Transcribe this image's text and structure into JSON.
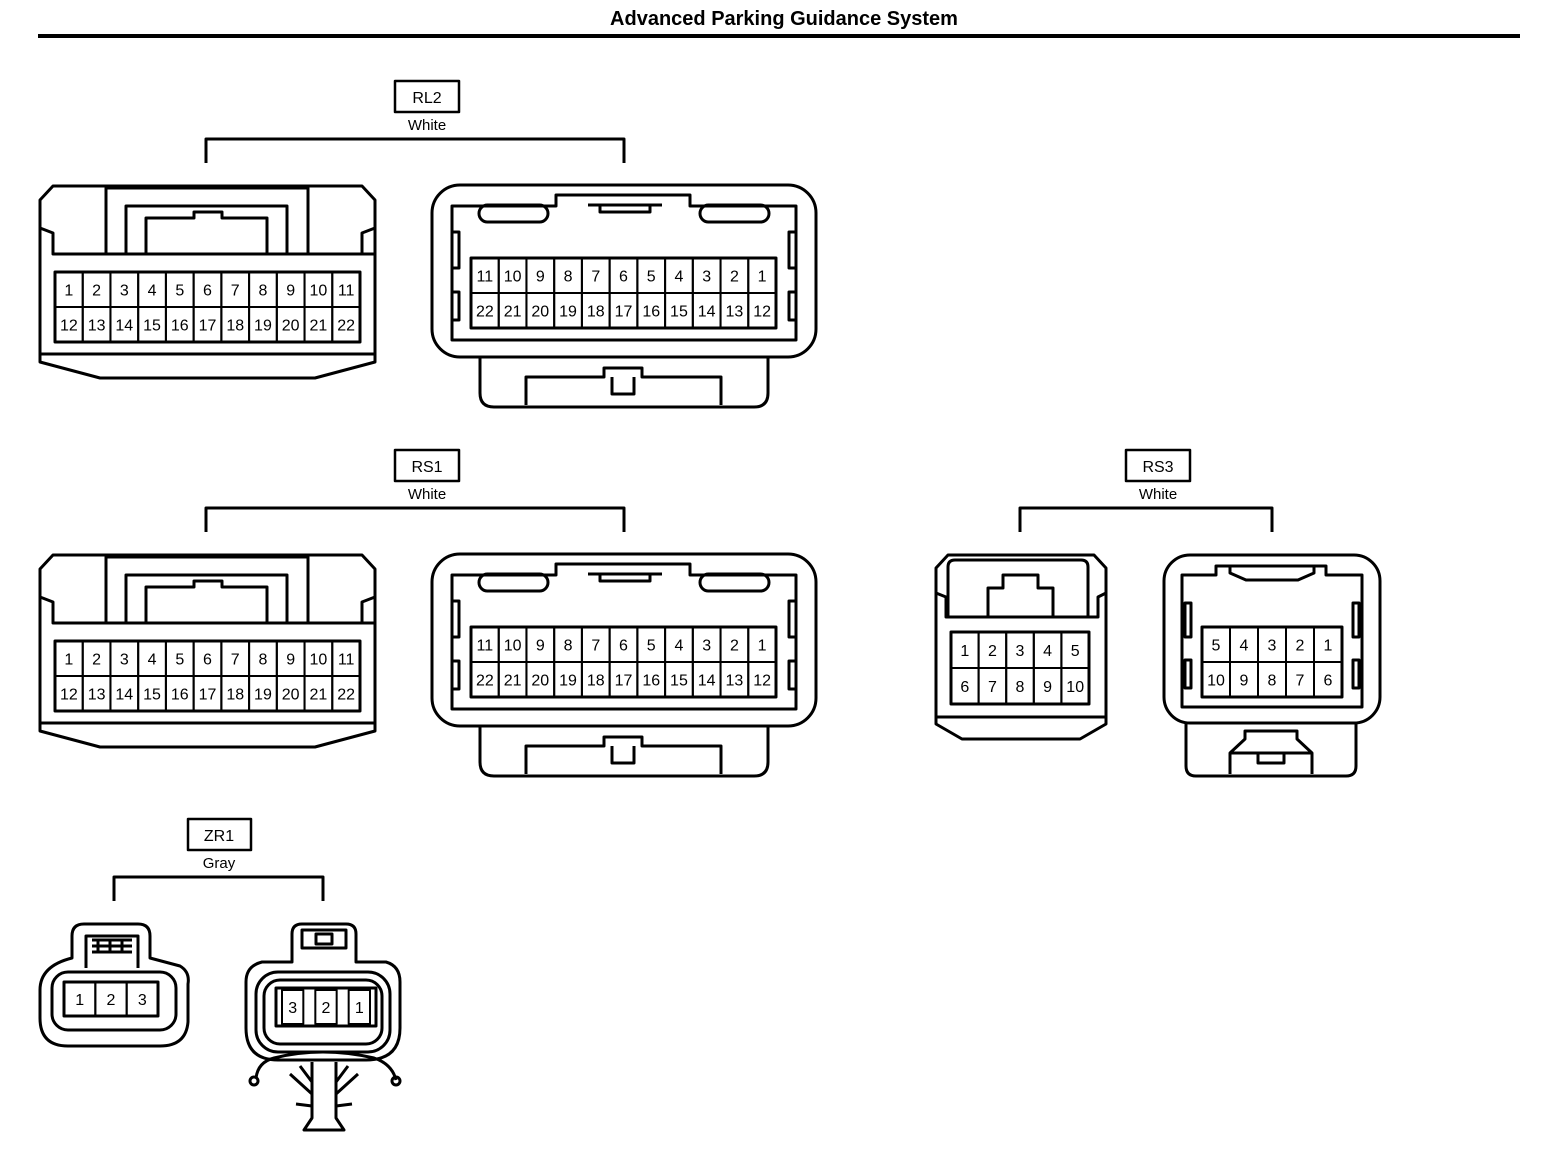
{
  "title": "Advanced Parking Guidance System",
  "connectors": [
    {
      "id": "RL2",
      "color": "White",
      "views": [
        {
          "rows": [
            [
              "1",
              "2",
              "3",
              "4",
              "5",
              "6",
              "7",
              "8",
              "9",
              "10",
              "11"
            ],
            [
              "12",
              "13",
              "14",
              "15",
              "16",
              "17",
              "18",
              "19",
              "20",
              "21",
              "22"
            ]
          ]
        },
        {
          "rows": [
            [
              "11",
              "10",
              "9",
              "8",
              "7",
              "6",
              "5",
              "4",
              "3",
              "2",
              "1"
            ],
            [
              "22",
              "21",
              "20",
              "19",
              "18",
              "17",
              "16",
              "15",
              "14",
              "13",
              "12"
            ]
          ]
        }
      ]
    },
    {
      "id": "RS1",
      "color": "White",
      "views": [
        {
          "rows": [
            [
              "1",
              "2",
              "3",
              "4",
              "5",
              "6",
              "7",
              "8",
              "9",
              "10",
              "11"
            ],
            [
              "12",
              "13",
              "14",
              "15",
              "16",
              "17",
              "18",
              "19",
              "20",
              "21",
              "22"
            ]
          ]
        },
        {
          "rows": [
            [
              "11",
              "10",
              "9",
              "8",
              "7",
              "6",
              "5",
              "4",
              "3",
              "2",
              "1"
            ],
            [
              "22",
              "21",
              "20",
              "19",
              "18",
              "17",
              "16",
              "15",
              "14",
              "13",
              "12"
            ]
          ]
        }
      ]
    },
    {
      "id": "RS3",
      "color": "White",
      "views": [
        {
          "rows": [
            [
              "1",
              "2",
              "3",
              "4",
              "5"
            ],
            [
              "6",
              "7",
              "8",
              "9",
              "10"
            ]
          ]
        },
        {
          "rows": [
            [
              "5",
              "4",
              "3",
              "2",
              "1"
            ],
            [
              "10",
              "9",
              "8",
              "7",
              "6"
            ]
          ]
        }
      ]
    },
    {
      "id": "ZR1",
      "color": "Gray",
      "views": [
        {
          "rows": [
            [
              "1",
              "2",
              "3"
            ]
          ]
        },
        {
          "rows": [
            [
              "3",
              "2",
              "1"
            ]
          ]
        }
      ]
    }
  ]
}
